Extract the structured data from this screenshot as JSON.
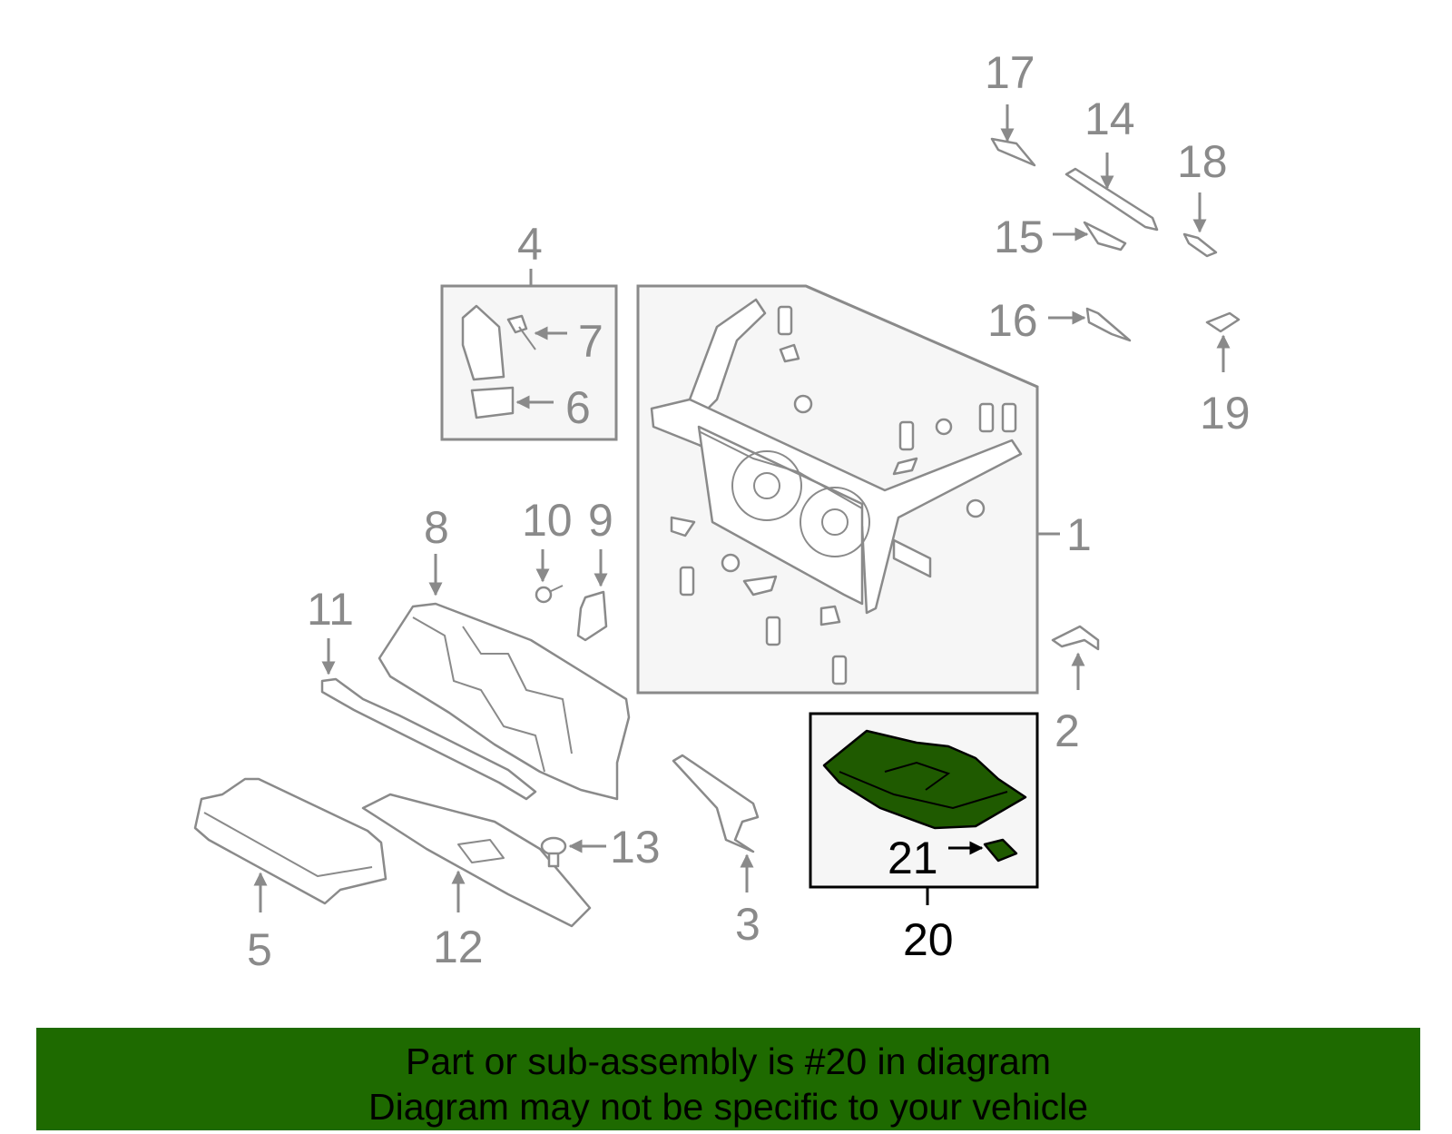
{
  "callouts": [
    "1",
    "2",
    "3",
    "4",
    "5",
    "6",
    "7",
    "8",
    "9",
    "10",
    "11",
    "12",
    "13",
    "14",
    "15",
    "16",
    "17",
    "18",
    "19",
    "20",
    "21"
  ],
  "highlighted_part": "20",
  "colors": {
    "highlight_fill": "#1f5a00",
    "banner_bg": "#1e6a00",
    "callout_text": "#8a8a8a",
    "highlight_text": "#000000"
  },
  "banner": {
    "line1": "Part or sub-assembly is #20 in diagram",
    "line2": "Diagram may not be specific to your vehicle"
  }
}
